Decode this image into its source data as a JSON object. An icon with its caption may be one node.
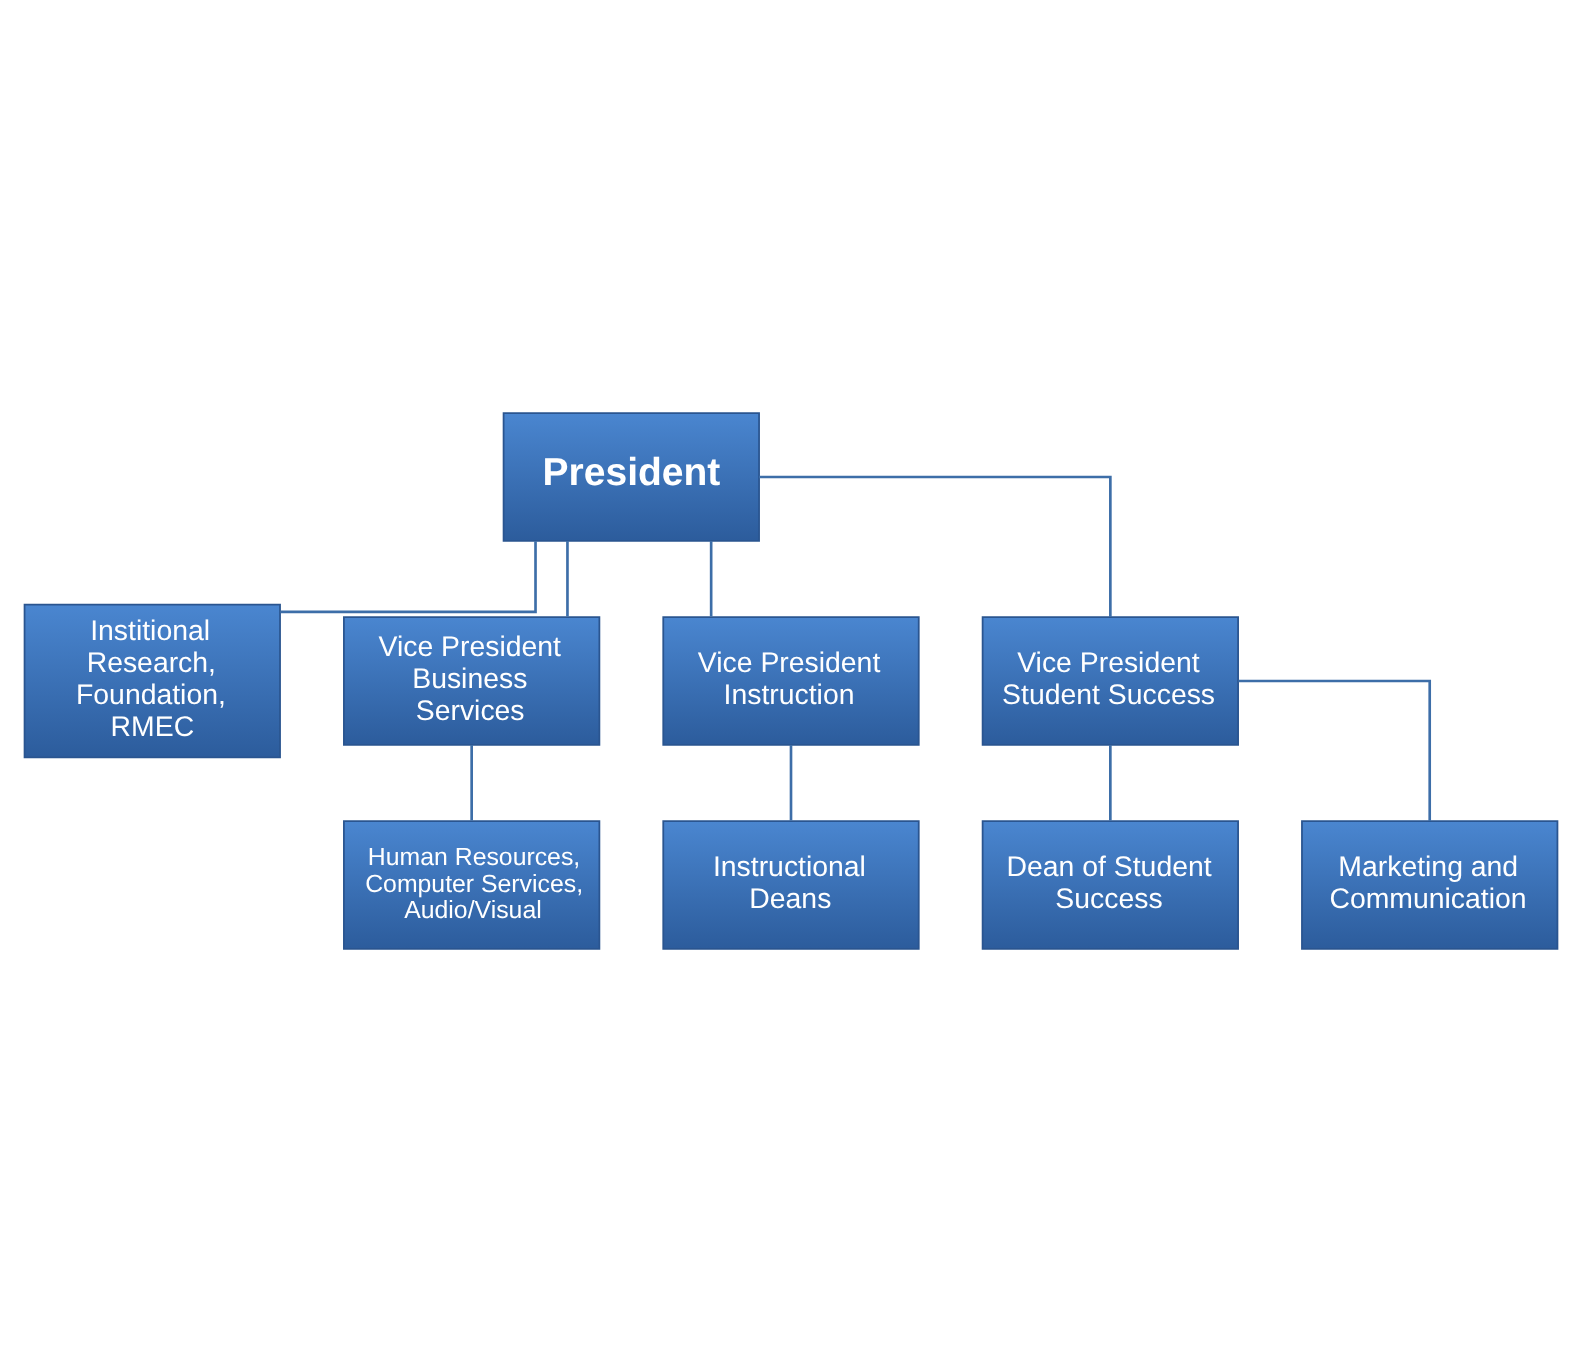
{
  "diagram": {
    "nodes": [
      {
        "text": [
          "President"
        ]
      },
      {
        "text": [
          "Institional Research, Foundation, RMEC"
        ]
      },
      {
        "text": [
          "Vice President Business Services"
        ]
      },
      {
        "text": [
          "Vice President Instruction"
        ]
      },
      {
        "text": [
          "Vice President Student Success"
        ]
      },
      {
        "text": [
          "Human Resources, Computer Services, Audio/Visual"
        ]
      },
      {
        "text": [
          "Instructional Deans"
        ]
      },
      {
        "text": [
          "Dean of Student Success"
        ]
      },
      {
        "text": [
          "Marketing and Communication"
        ]
      }
    ],
    "edges": [
      {
        "from": 0,
        "to": 1,
        "arrow": "none"
      },
      {
        "from": 0,
        "to": 2,
        "arrow": "none"
      },
      {
        "from": 0,
        "to": 3,
        "arrow": "none"
      },
      {
        "from": 0,
        "to": 4,
        "arrow": "none"
      },
      {
        "from": 2,
        "to": 5,
        "arrow": "none"
      },
      {
        "from": 3,
        "to": 6,
        "arrow": "none"
      },
      {
        "from": 4,
        "to": 7,
        "arrow": "none"
      },
      {
        "from": 4,
        "to": 8,
        "arrow": "none"
      }
    ]
  }
}
